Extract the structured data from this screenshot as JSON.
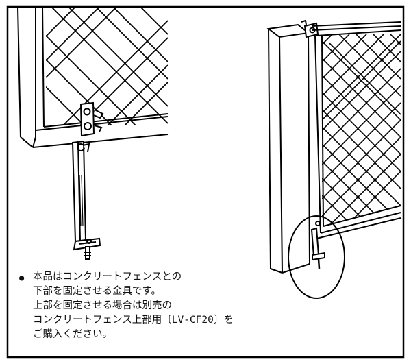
{
  "note": {
    "bullet": "●",
    "lines": [
      "本品はコンクリートフェンスとの",
      "下部を固定させる金具です。",
      "上部を固定させる場合は別売の",
      "コンクリートフェンス上部用〔LV-CF20〕を",
      "ご購入ください。"
    ]
  },
  "colors": {
    "stroke": "#000000",
    "background": "#ffffff"
  }
}
